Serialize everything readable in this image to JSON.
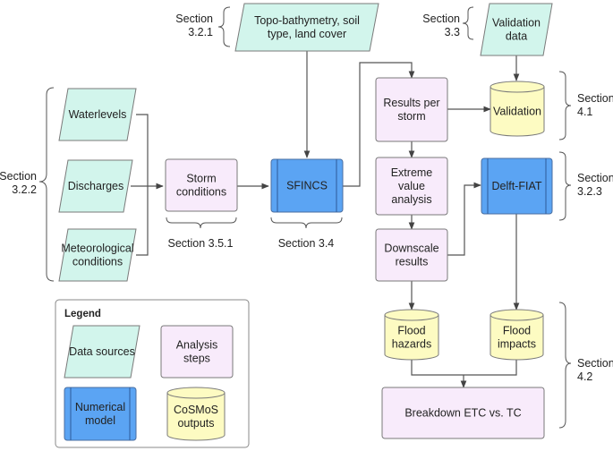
{
  "colors": {
    "data_source": "#d2f5ec",
    "analysis": "#f8ebfb",
    "model": "#5ba4f3",
    "output": "#fdfbc2",
    "stroke": "#7a7a7a",
    "line": "#444444"
  },
  "nodes": {
    "topo": [
      "Topo-bathymetry, soil",
      "type, land cover"
    ],
    "validation_data": [
      "Validation",
      "data"
    ],
    "waterlevels": [
      "Waterlevels"
    ],
    "discharges": [
      "Discharges"
    ],
    "meteorological": [
      "Meteorological",
      "conditions"
    ],
    "storm_conditions": [
      "Storm",
      "conditions"
    ],
    "sfincs": [
      "SFINCS"
    ],
    "results_per_storm": [
      "Results per",
      "storm"
    ],
    "validation": [
      "Validation"
    ],
    "extreme_value": [
      "Extreme",
      "value",
      "analysis"
    ],
    "delft_fiat": [
      "Delft-FIAT"
    ],
    "downscale": [
      "Downscale",
      "results"
    ],
    "flood_hazards": [
      "Flood",
      "hazards"
    ],
    "flood_impacts": [
      "Flood",
      "impacts"
    ],
    "breakdown": [
      "Breakdown ETC vs. TC"
    ]
  },
  "sections": {
    "s321": [
      "Section",
      "3.2.1"
    ],
    "s33": [
      "Section",
      "3.3"
    ],
    "s322": [
      "Section",
      "3.2.2"
    ],
    "s41": [
      "Section",
      "4.1"
    ],
    "s323": [
      "Section",
      "3.2.3"
    ],
    "s42": [
      "Section",
      "4.2"
    ],
    "s351": [
      "Section 3.5.1"
    ],
    "s34": [
      "Section 3.4"
    ]
  },
  "legend": {
    "title": "Legend",
    "data_sources": [
      "Data sources"
    ],
    "analysis_steps": [
      "Analysis",
      "steps"
    ],
    "numerical_model": [
      "Numerical",
      "model"
    ],
    "cosmos_outputs": [
      "CoSMoS",
      "outputs"
    ]
  }
}
